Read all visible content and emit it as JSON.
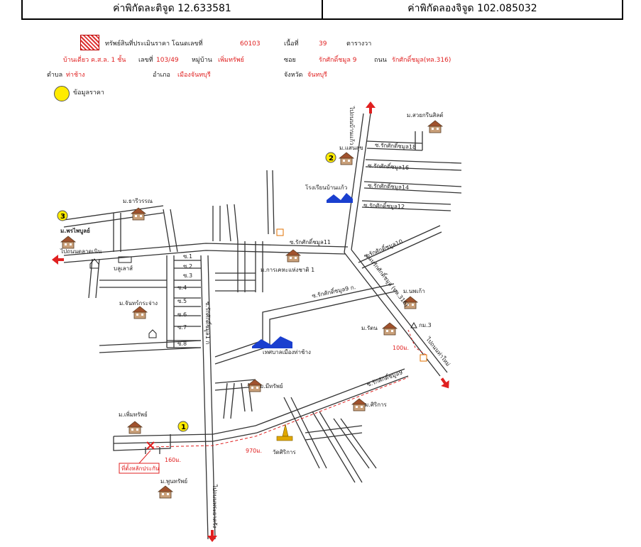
{
  "header": {
    "latitude": "ค่าพิกัดละติจูด 12.633581",
    "longitude": "ค่าพิกัดลองจิจูด 102.085032"
  },
  "legend": {
    "asset_label": "ทรัพย์สินที่ประเมินราคา โฉนดเลขที่",
    "deed_no": "60103",
    "area_label": "เนื้อที่",
    "area_value": "39",
    "area_unit": "ตารางวา",
    "building_type": "บ้านเดี่ยว ค.ส.ล. 1 ชั้น",
    "house_no_label": "เลขที่",
    "house_no": "103/49",
    "village_label": "หมู่บ้าน",
    "village": "เพิ่มทรัพย์",
    "soi_label": "ซอย",
    "soi": "รักศักดิ์ชมูล 9",
    "road_label": "ถนน",
    "road": "รักศักดิ์ชมูล(ทล.316)",
    "tambon_label": "ตำบล",
    "tambon": "ท่าช้าง",
    "amphoe_label": "อำเภอ",
    "amphoe": "เมืองจันทบุรี",
    "province_label": "จังหวัด",
    "province": "จันทบุรี",
    "price_data_label": "ข้อมูลราคา"
  },
  "map": {
    "labels": {
      "sawaengsin": "ม.สวยกรีนสิลต์",
      "saensuk": "ม.แสนสุข",
      "school": "โรงเรียนบ้านแก้ว",
      "soi18": "ซ.รักศักดิ์ชมูล18",
      "soi16": "ซ.รักศักดิ์ชมูล16",
      "soi14": "ซ.รักศักดิ์ชมูล14",
      "soi12": "ซ.รักศักดิ์ชมูล12",
      "soi10": "ซ.รักศักดิ์ชมูล10",
      "soi11": "ซ.รักศักดิ์ชมูล11",
      "soi9ko": "ซ.รักศักดิ์ชมูล9 ก.",
      "soi9": "ซ.รักศักดิ์ชมูล9",
      "soi1k": "ซ.รักศักดิ์ชมูล1 ก",
      "to_ban_kaeo": "ไปถนนบ้านแก้ว",
      "main_road": "ถนนรักศักดิ์ชมูล (ทล.316)",
      "to_khlung": "ไปถนนท่าใหม่",
      "to_talat": "ไปถนนตลาดเนิน",
      "to_bottom": "ไปถนนพระยาตรัง",
      "thararom": "ม.ธารีวรรณ",
      "phraisomboon": "ม.พรไพบูลย์",
      "bonlsaraf": "บลูเลาส์",
      "kanhouse": "ม.การเคหะแห่งชาติ 1",
      "chinpattana": "ม.จันทร์กระจ่าง",
      "municipal": "เทศบาลเมืองท่าช้าง",
      "napha": "ม.นพเก้า",
      "ratana": "ม.รัตน",
      "km3": "กม.3",
      "m_100": "100ม.",
      "mitsap": "ม.มีทรัพย์",
      "srikan": "ม.ศิริการ",
      "permsap": "ม.เพิ่มทรัพย์",
      "wat": "วัดศิริการ",
      "m_970": "970ม.",
      "m_160": "160ม.",
      "subject": "ที่ตั้งหลักประกัน",
      "phunsap": "ม.พูนทรัพย์",
      "s1": "ซ.1",
      "s2": "ซ.2",
      "s3": "ซ.3",
      "s4": "ซ.4",
      "s5": "ซ.5",
      "s6": "ซ.6",
      "s7": "ซ.7",
      "s8": "ซ.8",
      "n1": "1",
      "n2": "2",
      "n3": "3"
    }
  }
}
